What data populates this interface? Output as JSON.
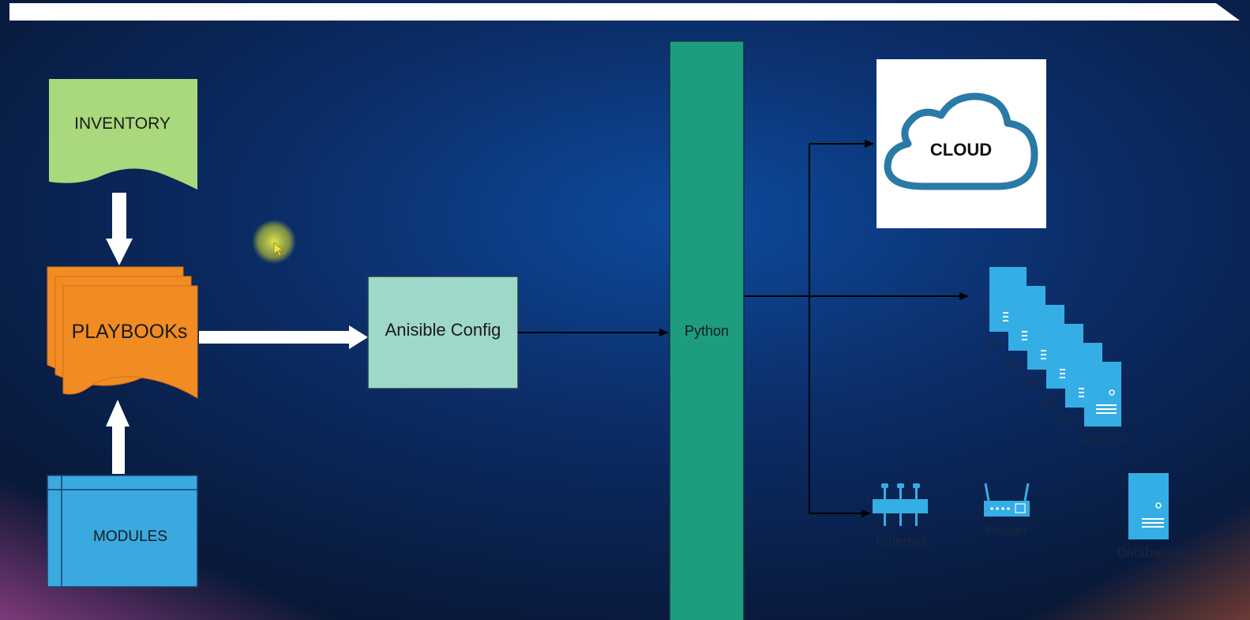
{
  "nodes": {
    "inventory": "INVENTORY",
    "playbooks": "PLAYBOOKs",
    "modules": "MODULES",
    "ansible_config": "Anisible Config",
    "python": "Python",
    "cloud": "CLOUD"
  },
  "servers": {
    "stack_labels": [
      "Se",
      "Se",
      "Se",
      "Se",
      "Se"
    ],
    "label": "Servers"
  },
  "devices": {
    "ethernet": "Ethernet",
    "router": "Router",
    "databases": "Databases"
  },
  "colors": {
    "inventory": "#a9d97c",
    "playbooks": "#f08c22",
    "modules": "#3aa9e0",
    "ansible_config": "#9ed8c8",
    "python": "#1d9c80",
    "server": "#35aee6",
    "cloud_ring": "#2a7aa8",
    "arrow_block": "#ffffff",
    "connector": "#000000",
    "device_text": "#1c2740"
  }
}
